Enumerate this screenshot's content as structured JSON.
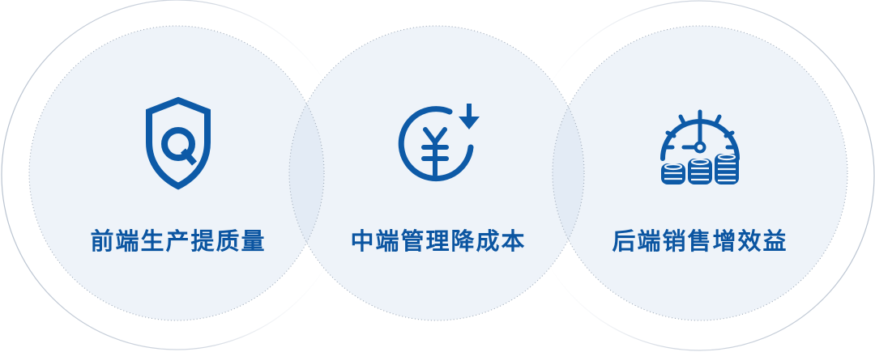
{
  "diagram": {
    "colors": {
      "primary": "#0d5aa7",
      "text": "#0b55a1",
      "circle_fill": "#eef3f9",
      "overlap_fill": "#e3ebf5",
      "dotted_outline": "#9aa6b5",
      "outer_ring": "#c5ccd6"
    },
    "pillars": [
      {
        "icon": "shield-q-icon",
        "label": "前端生产提质量"
      },
      {
        "icon": "yen-down-icon",
        "label": "中端管理降成本"
      },
      {
        "icon": "clock-coins-icon",
        "label": "后端销售增效益"
      }
    ]
  }
}
